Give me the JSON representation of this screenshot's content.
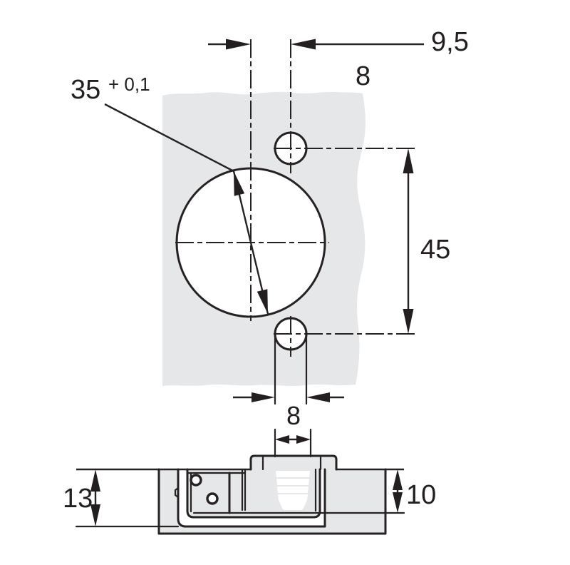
{
  "dimensions": {
    "edge_distance": "9,5",
    "screw_hole_diameter": "8",
    "cup_diameter": "35",
    "cup_diameter_tolerance": "+ 0,1",
    "screw_hole_spacing": "45",
    "hole_diameter_bottom": "8",
    "cup_depth": "13",
    "dowel_depth": "10"
  },
  "colors": {
    "line": "#262223",
    "text": "#231f20",
    "panel_fill": "#e6e7e8",
    "background": "#ffffff"
  }
}
